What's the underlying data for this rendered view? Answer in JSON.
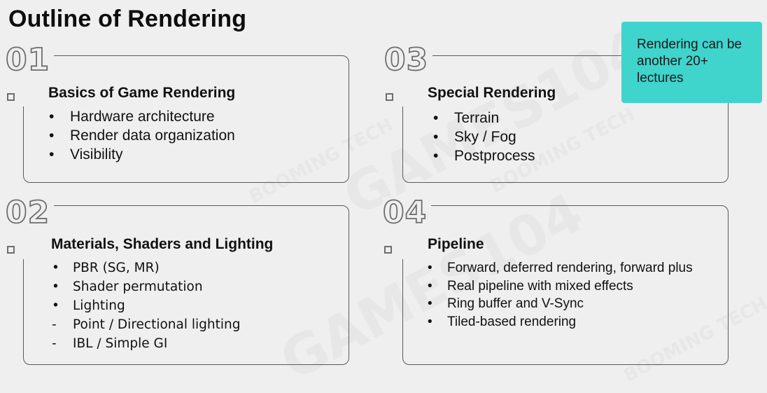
{
  "slide": {
    "title": "Outline of Rendering"
  },
  "note": {
    "text": "Rendering can be another 20+ lectures"
  },
  "sections": [
    {
      "number": "01",
      "heading": "Basics of Game Rendering",
      "items": [
        {
          "marker": "•",
          "text": "Hardware architecture"
        },
        {
          "marker": "•",
          "text": "Render data organization"
        },
        {
          "marker": "•",
          "text": "Visibility"
        }
      ]
    },
    {
      "number": "02",
      "heading": "Materials, Shaders and Lighting",
      "items": [
        {
          "marker": "•",
          "text": "PBR (SG, MR)"
        },
        {
          "marker": "•",
          "text": "Shader permutation"
        },
        {
          "marker": "•",
          "text": "Lighting"
        },
        {
          "marker": "-",
          "text": "Point / Directional lighting"
        },
        {
          "marker": "-",
          "text": "IBL / Simple GI"
        }
      ]
    },
    {
      "number": "03",
      "heading": "Special Rendering",
      "items": [
        {
          "marker": "•",
          "text": "Terrain"
        },
        {
          "marker": "•",
          "text": "Sky / Fog"
        },
        {
          "marker": "•",
          "text": "Postprocess"
        }
      ]
    },
    {
      "number": "04",
      "heading": "Pipeline",
      "items": [
        {
          "marker": "•",
          "text": "Forward, deferred rendering, forward plus"
        },
        {
          "marker": "•",
          "text": "Real pipeline with mixed effects"
        },
        {
          "marker": "•",
          "text": "Ring buffer and V-Sync"
        },
        {
          "marker": "•",
          "text": "Tiled-based rendering"
        }
      ]
    }
  ],
  "watermarks": [
    "GAMES104",
    "GAMES104",
    "BOOMING TECH",
    "BOOMING TECH",
    "BOOMING TECH"
  ]
}
